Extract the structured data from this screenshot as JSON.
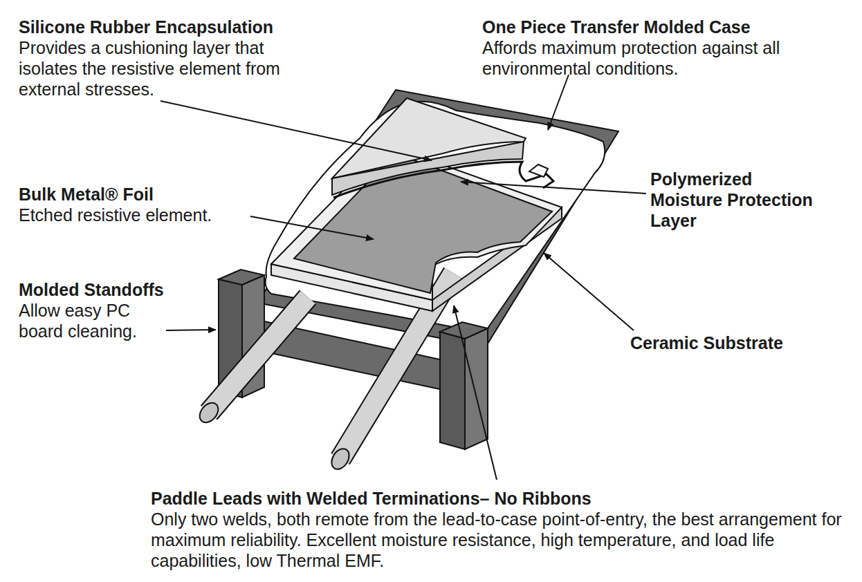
{
  "diagram": {
    "labels": [
      "Silicone Rubber Encapsulation",
      "Provides a cushioning layer that isolates the resistive element from external stresses.",
      "One Piece Transfer Molded Case",
      "Affords maximum protection against all environmental conditions.",
      "Bulk Metal® Foil",
      "Etched resistive element.",
      "Polymerized Moisture Protection Layer",
      "Molded Standoffs",
      "Allow easy PC board cleaning.",
      "Ceramic Substrate",
      "Paddle Leads with Welded Terminations– No Ribbons",
      "Only two welds, both remote from the lead-to-case point-of-entry, the best arrangement for maximum reliability. Excellent moisture resistance, high temperature, and load life capabilities, low Thermal EMF."
    ]
  }
}
